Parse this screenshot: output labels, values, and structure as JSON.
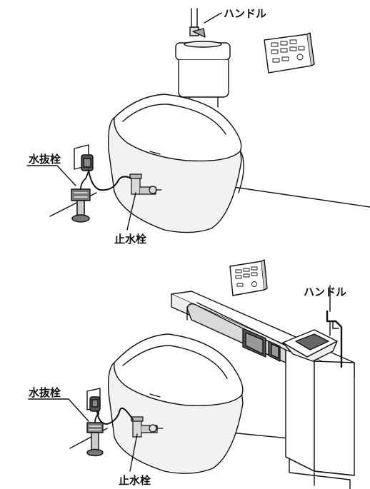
{
  "labels": {
    "top": {
      "handle": "ハンドル",
      "drain_valve": "水抜栓",
      "stop_valve": "止水栓"
    },
    "bottom": {
      "handle": "ハンドル",
      "drain_valve": "水抜栓",
      "stop_valve": "止水栓"
    }
  },
  "colors": {
    "line": "#111111",
    "toilet_fill": "#f2f2f2",
    "shade": "#d9d9d9",
    "dark_part": "#555555",
    "metal": "#c8c8c8"
  },
  "icons": [
    "toilet",
    "tank",
    "remote-control",
    "handle",
    "drain-valve",
    "stop-valve",
    "hand-wash-basin",
    "power-outlet"
  ]
}
